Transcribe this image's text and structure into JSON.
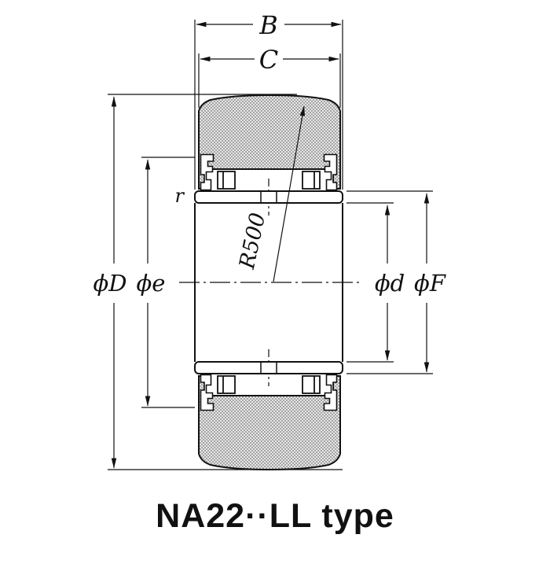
{
  "title": "NA22··LL type",
  "labels": {
    "b": "B",
    "c": "C",
    "phi_D": "ϕD",
    "phi_e": "ϕe",
    "phi_d": "ϕd",
    "phi_F": "ϕF",
    "r": "r",
    "crown_radius": "R500"
  },
  "colors": {
    "line": "#111111",
    "stipple_background": "#e7e7e7",
    "stipple_dot": "#404040",
    "fill_white": "#ffffff"
  }
}
